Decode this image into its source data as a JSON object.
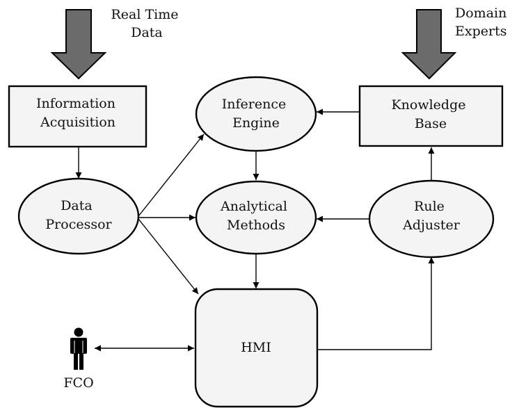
{
  "inputs": {
    "real_time_data": [
      "Real Time",
      "Data"
    ],
    "domain_experts": [
      "Domain",
      "Experts"
    ]
  },
  "nodes": {
    "information_acquisition": [
      "Information",
      "Acquisition"
    ],
    "inference_engine": [
      "Inference",
      "Engine"
    ],
    "knowledge_base": [
      "Knowledge",
      "Base"
    ],
    "data_processor": [
      "Data",
      "Processor"
    ],
    "analytical_methods": [
      "Analytical",
      "Methods"
    ],
    "rule_adjuster": [
      "Rule",
      "Adjuster"
    ],
    "hmi": "HMI"
  },
  "actor": {
    "fco": "FCO",
    "icon": "person-icon"
  },
  "colors": {
    "node_fill": "#f4f4f4",
    "input_arrow_fill": "#6b6b6b",
    "stroke": "#000000"
  }
}
